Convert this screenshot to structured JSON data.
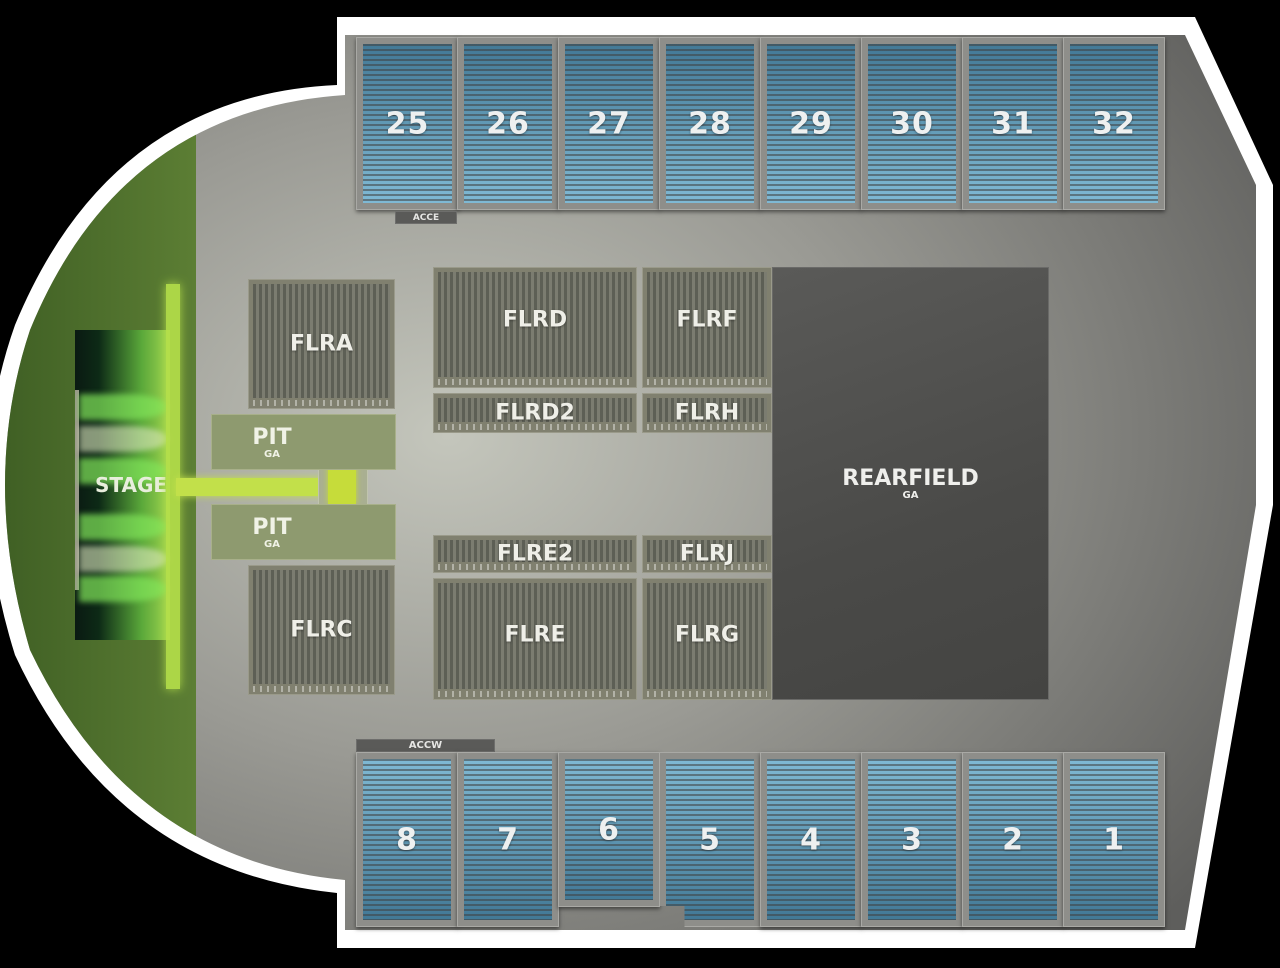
{
  "venue_map": {
    "stage": {
      "label": "STAGE"
    },
    "pit_sections": [
      {
        "id": "pit-north",
        "label": "PIT",
        "sublabel": "GA"
      },
      {
        "id": "pit-south",
        "label": "PIT",
        "sublabel": "GA"
      }
    ],
    "floor_sections": [
      {
        "id": "FLRA",
        "label": "FLRA"
      },
      {
        "id": "FLRC",
        "label": "FLRC"
      },
      {
        "id": "FLRD",
        "label": "FLRD"
      },
      {
        "id": "FLRD2",
        "label": "FLRD2"
      },
      {
        "id": "FLRF",
        "label": "FLRF"
      },
      {
        "id": "FLRH",
        "label": "FLRH"
      },
      {
        "id": "FLRE2",
        "label": "FLRE2"
      },
      {
        "id": "FLRJ",
        "label": "FLRJ"
      },
      {
        "id": "FLRE",
        "label": "FLRE"
      },
      {
        "id": "FLRG",
        "label": "FLRG"
      }
    ],
    "rearfield": {
      "label": "REARFIELD",
      "sublabel": "GA"
    },
    "top_sections": [
      "25",
      "26",
      "27",
      "28",
      "29",
      "30",
      "31",
      "32"
    ],
    "bottom_sections": [
      "8",
      "7",
      "6",
      "5",
      "4",
      "3",
      "2",
      "1"
    ],
    "accessible": {
      "east": {
        "label": "ACCE"
      },
      "west": {
        "label": "ACCW"
      }
    },
    "colors": {
      "background": "#000000",
      "outline": "#ffffff",
      "concrete": "#8a8a86",
      "grass": "#4f6e2c",
      "seat_blue": "#6aa6c6",
      "floor_section": "#80806f",
      "rearfield": "#4a4a48",
      "stage_glow": "#b6e04a"
    }
  }
}
